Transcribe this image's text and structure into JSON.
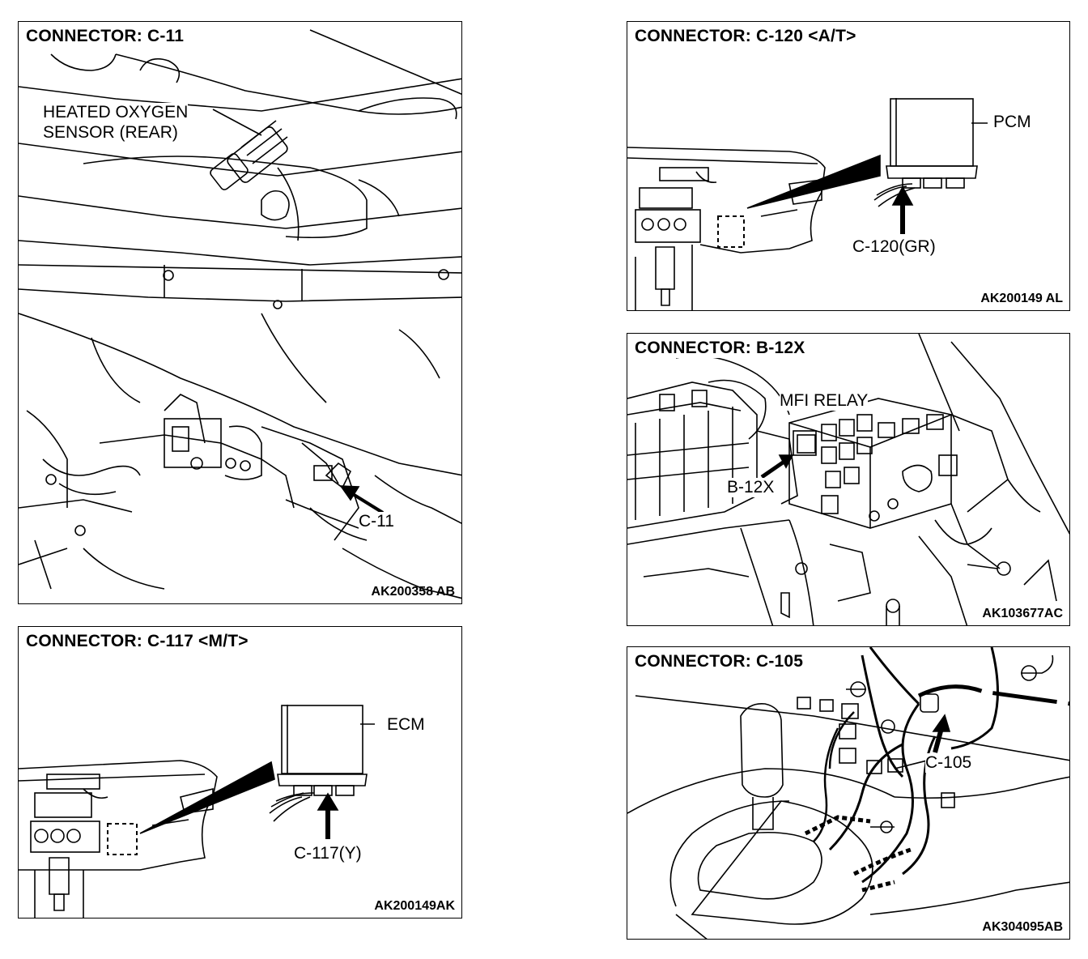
{
  "panels": {
    "c11": {
      "title": "CONNECTOR: C-11",
      "labels": {
        "sensor_line1": "HEATED OXYGEN",
        "sensor_line2": "SENSOR (REAR)",
        "connector": "C-11"
      },
      "code": "AK200358 AB"
    },
    "c117": {
      "title": "CONNECTOR: C-117 <M/T>",
      "labels": {
        "module": "ECM",
        "connector": "C-117(Y)"
      },
      "code": "AK200149AK"
    },
    "c120": {
      "title": "CONNECTOR: C-120 <A/T>",
      "labels": {
        "module": "PCM",
        "connector": "C-120(GR)"
      },
      "code": "AK200149 AL"
    },
    "b12x": {
      "title": "CONNECTOR: B-12X",
      "labels": {
        "relay": "MFI RELAY",
        "connector": "B-12X"
      },
      "code": "AK103677AC"
    },
    "c105": {
      "title": "CONNECTOR: C-105",
      "labels": {
        "connector": "C-105"
      },
      "code": "AK304095AB"
    }
  }
}
